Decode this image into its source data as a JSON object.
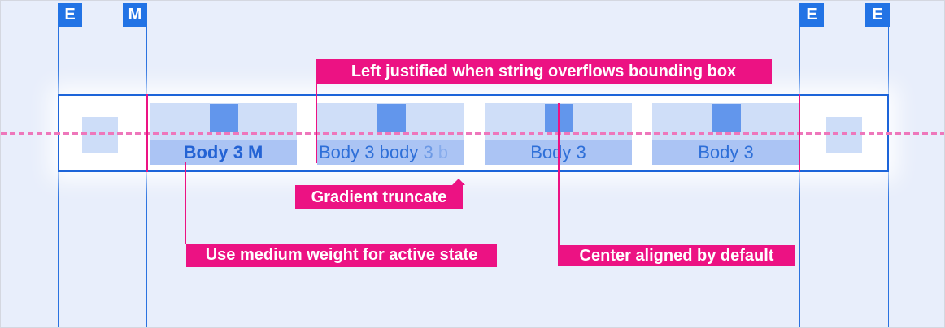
{
  "markers": [
    {
      "label": "E"
    },
    {
      "label": "M"
    },
    {
      "label": "E"
    },
    {
      "label": "E"
    }
  ],
  "tabs": [
    {
      "label": "Body 3 M",
      "state": "active"
    },
    {
      "segments": {
        "start": "Body 3 body ",
        "mid": "3 ",
        "end": "b"
      },
      "state": "gradient-truncated"
    },
    {
      "label": "Body 3",
      "state": "default"
    },
    {
      "label": "Body 3",
      "state": "default"
    }
  ],
  "annotations": {
    "left_justified": "Left justified when string overflows bounding box",
    "gradient_truncate": "Gradient truncate",
    "medium_weight": "Use medium weight for active state",
    "center_aligned": "Center aligned by default"
  },
  "colors": {
    "background": "#e8eefb",
    "guide_blue": "#2a72e0",
    "marker_blue": "#2273e5",
    "bar_border_blue": "#1c64d9",
    "tab_top_blue": "#cfdef8",
    "tab_band_blue": "#abc4f4",
    "icon_blue": "#6296ec",
    "tab_text_blue": "#2e6fd8",
    "annotation_magenta": "#ec1283",
    "baseline_pink": "#ee77bb"
  }
}
